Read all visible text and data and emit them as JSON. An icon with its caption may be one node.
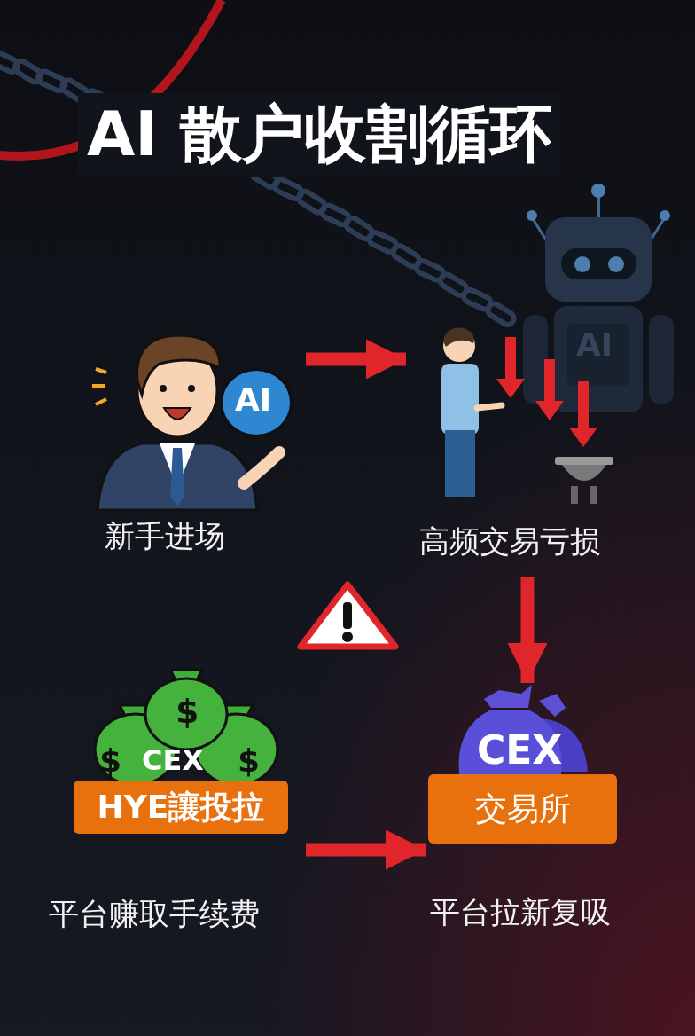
{
  "diagram": {
    "title": "AI 散户收割循环",
    "nodes": [
      {
        "text": [
          "新手进场"
        ]
      },
      {
        "text": [
          "高频交易亏损"
        ]
      },
      {
        "text": [
          "交易所"
        ],
        "beside": [
          "平台拉新复吸"
        ]
      },
      {
        "text": [
          "HYE讓投拉"
        ],
        "beside": [
          "平台赚取手续费"
        ]
      }
    ],
    "edges": [
      {
        "from": 0,
        "to": 1,
        "arrow": "to"
      },
      {
        "from": 1,
        "to": 2,
        "arrow": "to"
      },
      {
        "from": 3,
        "to": 2,
        "arrow": "to"
      }
    ],
    "labels": [
      "AI",
      "AI",
      "$",
      "$",
      "CEX",
      "$",
      "CEX"
    ]
  }
}
